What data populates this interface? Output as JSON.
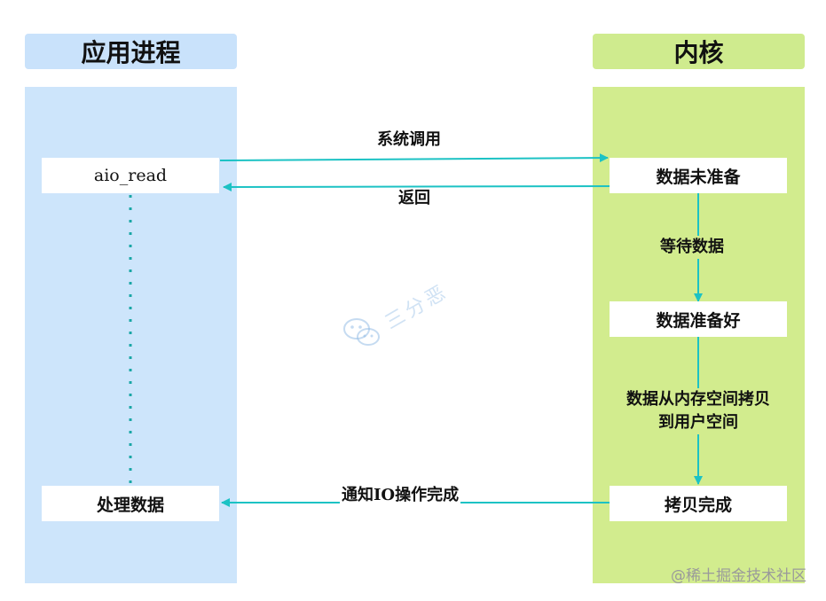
{
  "lanes": {
    "app": {
      "title": "应用进程",
      "header_color": "#c9e2fb",
      "body_color": "#cde5fb"
    },
    "kernel": {
      "title": "内核",
      "header_color": "#cfeb8e",
      "body_color": "#d2ec8e"
    }
  },
  "app_boxes": {
    "aio_read": "aio_read",
    "process": "处理数据"
  },
  "kernel_boxes": {
    "not_ready": "数据未准备",
    "ready": "数据准备好",
    "copy_done": "拷贝完成"
  },
  "messages": {
    "syscall": "系统调用",
    "return": "返回",
    "wait": "等待数据",
    "copy_line1": "数据从内存空间拷贝",
    "copy_line2": "到用户空间",
    "notify": "通知IO操作完成"
  },
  "colors": {
    "arrow": "#1cc2c4",
    "dotted": "#1aa7a6"
  },
  "watermark": {
    "text": "三分恶"
  },
  "credit": "@稀土掘金技术社区"
}
